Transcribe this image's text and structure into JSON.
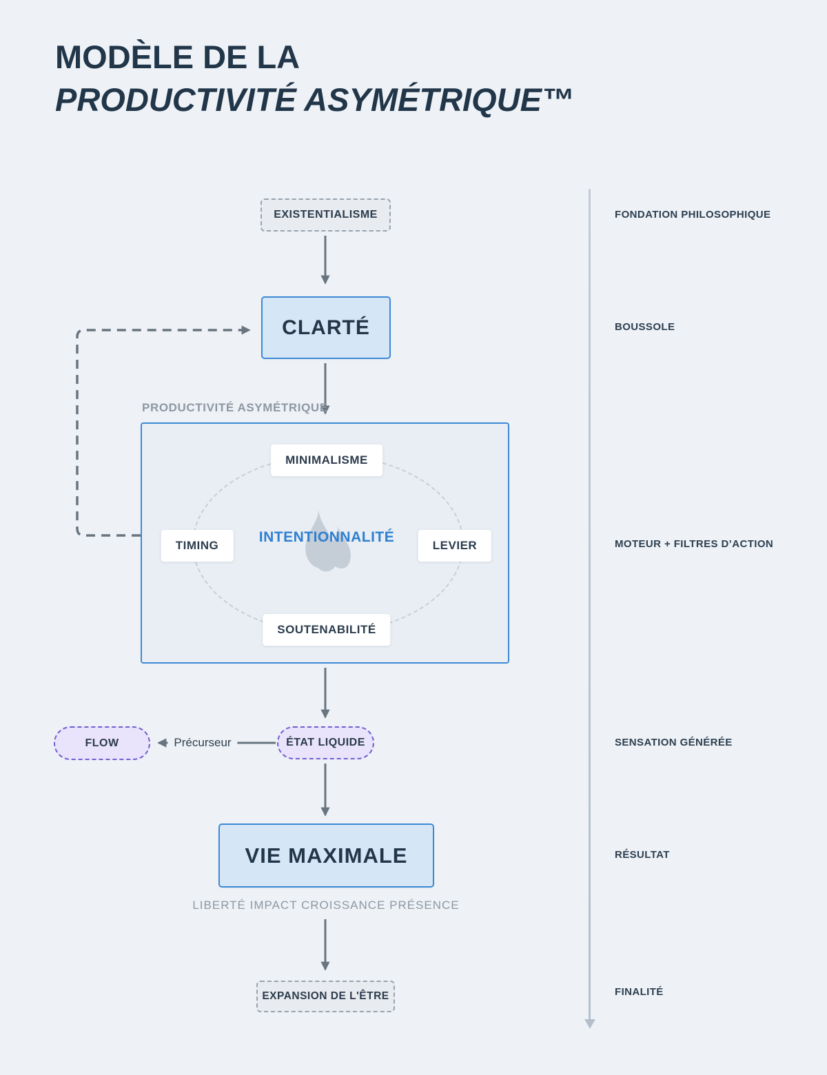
{
  "title": {
    "line1": "MODÈLE DE LA",
    "line2": "PRODUCTIVITÉ ASYMÉTRIQUE™"
  },
  "nodes": {
    "existentialisme": "EXISTENTIALISME",
    "clarte": "CLARTÉ",
    "system_label": "PRODUCTIVITÉ ASYMÉTRIQUE",
    "minimalisme": "MINIMALISME",
    "timing": "TIMING",
    "levier": "LEVIER",
    "soutenabilite": "SOUTENABILITÉ",
    "intentionnalite": "INTENTIONNALITÉ",
    "etat_liquide": "ÉTAT LIQUIDE",
    "flow": "FLOW",
    "precurseur": "Précurseur",
    "vie_maximale": "VIE MAXIMALE",
    "vie_caption": "LIBERTÉ IMPACT CROISSANCE PRÉSENCE",
    "expansion": "EXPANSION DE L'ÊTRE"
  },
  "side_labels": [
    {
      "label": "FONDATION PHILOSOPHIQUE"
    },
    {
      "label": "BOUSSOLE"
    },
    {
      "label": "MOTEUR + FILTRES D’ACTION"
    },
    {
      "label": "SENSATION GÉNÉRÉE"
    },
    {
      "label": "RÉSULTAT"
    },
    {
      "label": "FINALITÉ"
    }
  ],
  "icons": {
    "flame": "flame-icon"
  },
  "colors": {
    "background": "#eef2f6",
    "title_navy": "#22364a",
    "blue_border": "#3d89d6",
    "blue_fill": "#d5e6f7",
    "purple_border": "#6f5fd0",
    "purple_fill": "#e9e3fb",
    "gray_dashed_border": "#99a2ac",
    "gray_fill": "#e8ebef",
    "arrow_gray": "#68747f",
    "accent_blue_text": "#2e7fd0",
    "flame_gray": "#c5cdd6",
    "muted_label": "#8d97a3",
    "axis_line": "#b5bfcb"
  }
}
